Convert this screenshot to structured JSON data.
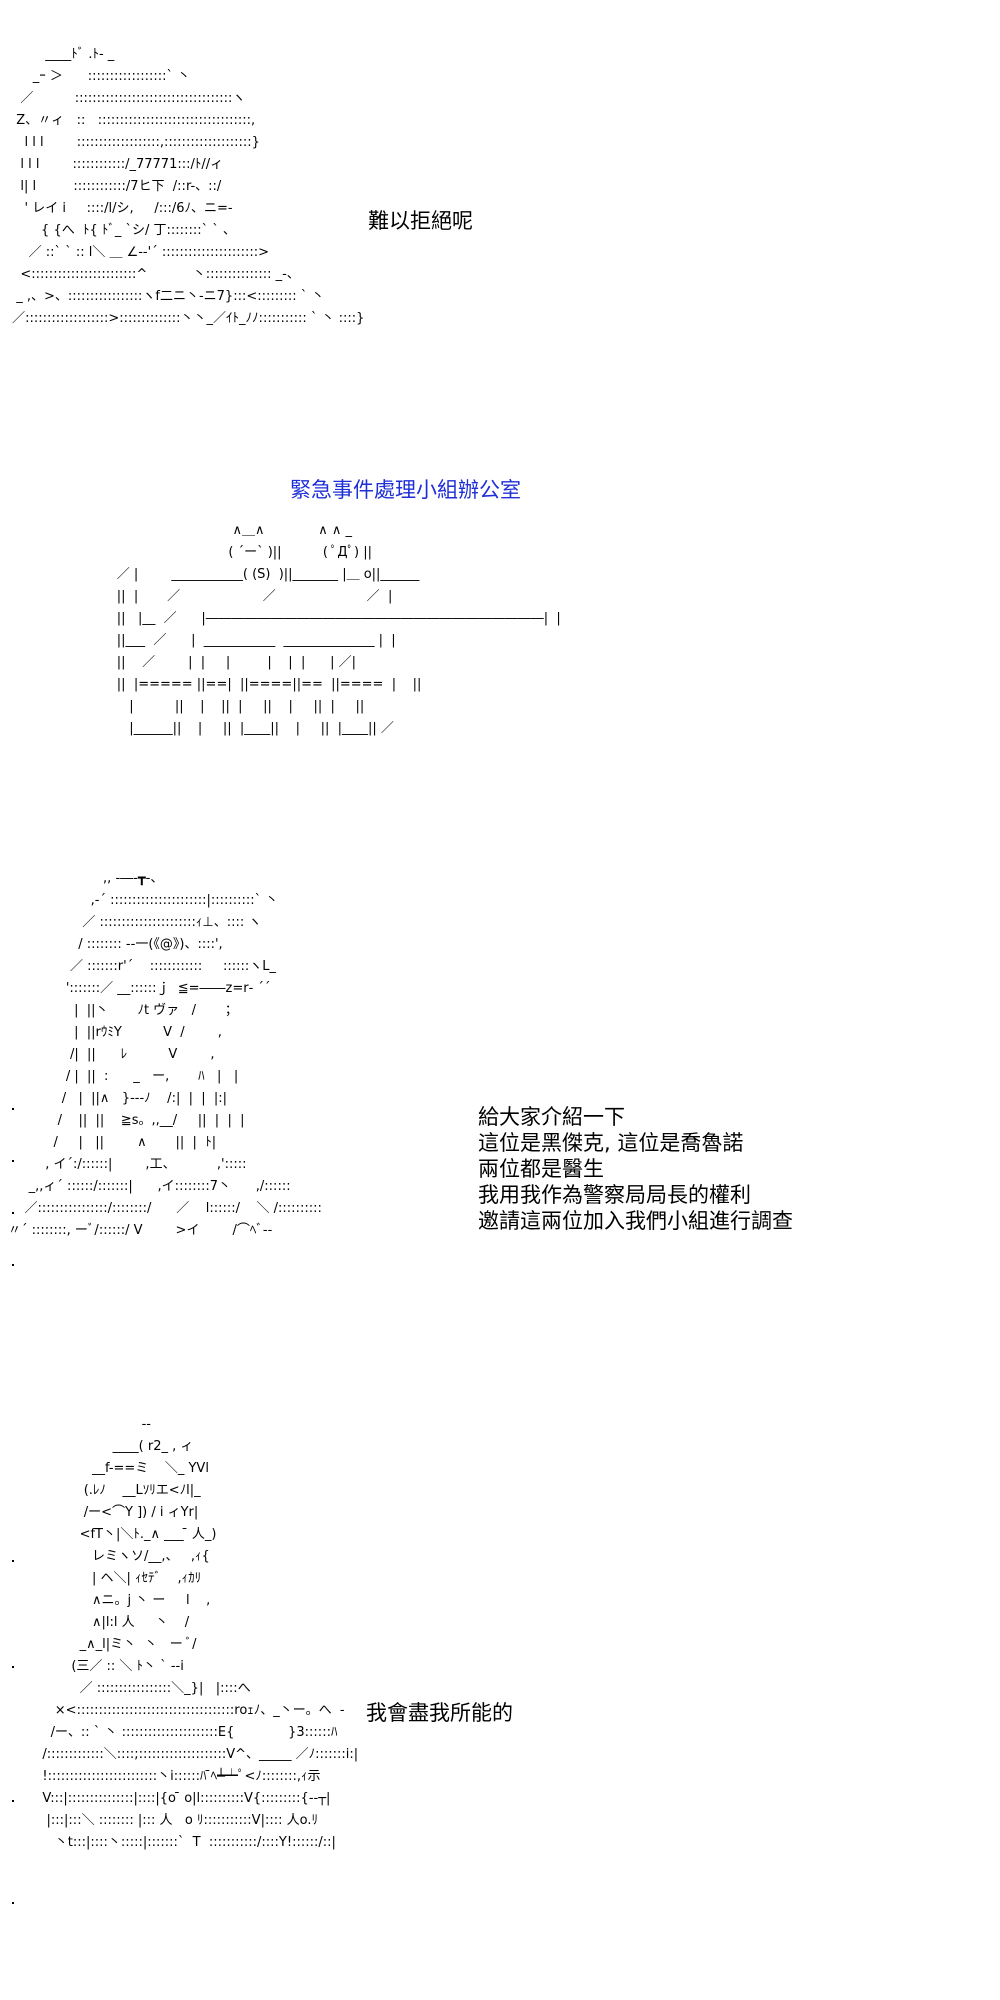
{
  "panel1": {
    "art": "         ____ﾄﾞ .ﾄ- _\n      _ｰ ＞      ::::::::::::::::::` 丶\n   ／          ::::::::::::::::::::::::::::::::::::ヽ\n  Z、〃ィ   ::   :::::::::::::::::::::::::::::::::::,\n    l l l        :::::::::::::::::::,::::::::::::::::::::}\n   l l l        ::::::::::::/_77771:::/ﾄ//ィ\n   l| l         ::::::::::::/7ヒ下  /::r-、::/\n    ' レイ i     ::::/l/シ,     /:::/6ﾉ、ニ=-\n        { {へ  ﾄ{ ﾄﾞ_ `シ/ 丁::::::::` ` 、\n     ／ ::` ` :: l＼ ＿ ∠--'´ ::::::::::::::::::::::>\n   <::::::::::::::::::::::::^           丶::::::::::::::: _-、\n  _ ,、>、:::::::::::::::::ヽf二ニ丶-ニ7}:::<::::::::: ` 丶\n ／:::::::::::::::::::>::::::::::::::丶丶_／ｲﾄ_ﾉﾉ::::::::::: ` 丶 ::::}",
    "line": "難以拒絕呢"
  },
  "panel2": {
    "caption": "緊急事件處理小組辦公室",
    "art": "                                  ∧＿∧             ∧ ∧ _\n                                 ( ´ー` )||          ( ﾟДﾟ) ||\n      ／ |        ___________( (S)  )||_______ |＿ o||______\n      ||  |       ／                    ／                      ／  |\n      ||   |__  ／      |――――――――――――――――――――――――――|  |\n      ||___  ／      |  ___________  ______________ |  |\n      ||    ／        |  |     |         |    |  |      | ／|\n      ||  |===== ||==|  ||====||==  ||====  |    ||\n         |          ||    |    ||  |     ||    |     ||  |     ||\n         |______||    |     ||  |____||    |     ||  |____|| ／",
    "blue": "#1f2fd6"
  },
  "panel3": {
    "art": "                       ,, -―‐┳-、\n                    ,-´ ::::::::::::::::::::::|::::::::::` 丶\n                  ／ ::::::::::::::::::::::ｨ⊥、:::: ヽ\n                 / :::::::: --一(《@》)、::::',\n               ／ :::::::r'´    ::::::::::::     ::::::ヽL_\n              ':::::::／ __::::::ｊ  ≦=――z=r‐ ´´\n                |  ||丶       ﾉt ヴァ   /       ；\n                |  ||rｳﾐY          V  /        ,\n               /|  ||      ﾚ          V        ,\n              / |  ||  :      _   ー,       ﾊ   |   |\n             /   |  ||∧   }---ﾉ    /:|  |  |  |:|\n            /    ||  ||    ≧s。,,__/     ||  |  |  |\n           /     |   ||        ∧       ||  |  ﾄ|\n         , イ´:/::::::|        ,工、          ,':::::\n     _,,ィ´ ::::::/:::::::|      ,イ::::::::7丶      ,/::::::\n    ／::::::::::::::::/::::::::/      ／    l::::::/    ＼ /::::::::::\n〃´ ::::::::, ーﾞ/::::::/ V        >イ        /⌒ﾍﾞ--",
    "lines": [
      "給大家介紹一下",
      "這位是黑傑克, 這位是喬魯諾",
      "兩位都是醫生",
      "我用我作為警察局局長的權利",
      "邀請這兩位加入我們小組進行調查"
    ]
  },
  "panel4": {
    "art": "                           --\n                    ____( r2_ , ィ\n               __f-==ミ    ＼_ YVl\n             (.ﾚﾉ    __Lｿﾘエ<ﾉl|_\n             /ー<⌒Y ]) / i ィYr|\n            <fT丶|＼ﾄ._∧ ___ ̄ 人_)\n               レミヽソ/__,、   ,ｨ{\n               | ヘ＼| ｨｾﾃﾞ    ,ｨｶﾘ\n               ∧ニ。j 丶 ー     l    ,\n               ∧|l:l 人     丶    /\n            _∧_l|ミ丶  丶   ー ﾞ/\n          (三／ :: ＼ ﾄ丶 ` ‐-i\n            ／ :::::::::::::::::＼_}|   |::::へ\n      ×<::::::::::::::::::::::::::::::::::::roｪﾉ、_丶ー。へ  -\n     /ー、:: ` 丶 ::::::::::::::::::::::E{             }3::::::ﾊ\n   /:::::::::::::＼::::;::::::::::::::::::::V^、_____ ／ﾉ:::::::i:|\n   !:::::::::::::::::::::::::丶i::::::ﾊ ̄ﾍ┷┷ﾟ<ﾉ::::::::,ｨ示\n   V:::|:::::::::::::::|::::|{o ̄ o|l::::::::::V{:::::::::{--┬|\n    |:::|:::＼ :::::::: |::: 人   o ﾘ:::::::::::V|:::: 人o.ﾘ\n      丶t:::|::::丶:::::|:::::::`  T  :::::::::::/::::Y!::::::/::|",
    "line": "我會盡我所能的"
  }
}
